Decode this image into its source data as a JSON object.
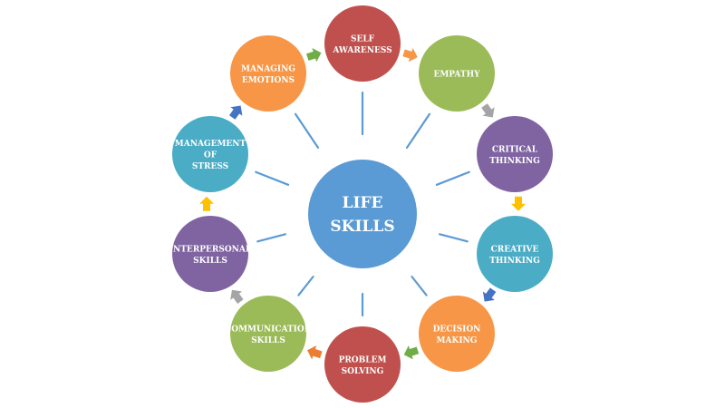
{
  "center": {
    "lines": [
      "LIFE",
      "SKILLS"
    ],
    "color": "#5b9bd5"
  },
  "skills": [
    {
      "lines": [
        "SELF",
        "AWARENESS"
      ],
      "color": "#c0504d"
    },
    {
      "lines": [
        "EMPATHY"
      ],
      "color": "#9bbb59"
    },
    {
      "lines": [
        "CRITICAL",
        "THINKING"
      ],
      "color": "#8064a2"
    },
    {
      "lines": [
        "CREATIVE",
        "THINKING"
      ],
      "color": "#4bacc6"
    },
    {
      "lines": [
        "DECISION",
        "MAKING"
      ],
      "color": "#f79646"
    },
    {
      "lines": [
        "PROBLEM",
        "SOLVING"
      ],
      "color": "#c0504d"
    },
    {
      "lines": [
        "COMMUNICATION",
        "SKILLS"
      ],
      "color": "#9bbb59"
    },
    {
      "lines": [
        "INTERPERSONAL",
        "SKILLS"
      ],
      "color": "#8064a2"
    },
    {
      "lines": [
        "MANAGEMENT",
        "OF",
        "STRESS"
      ],
      "color": "#4bacc6"
    },
    {
      "lines": [
        "MANAGING",
        "EMOTIONS"
      ],
      "color": "#f79646"
    }
  ],
  "arrows": [
    {
      "from": "self-awareness",
      "to": "empathy",
      "color": "#f79646"
    },
    {
      "from": "empathy",
      "to": "critical-thinking",
      "color": "#a5a5a5"
    },
    {
      "from": "critical-thinking",
      "to": "creative-thinking",
      "color": "#ffc000"
    },
    {
      "from": "creative-thinking",
      "to": "decision-making",
      "color": "#4472c4"
    },
    {
      "from": "decision-making",
      "to": "problem-solving",
      "color": "#70ad47"
    },
    {
      "from": "problem-solving",
      "to": "communication-skills",
      "color": "#ed7d31"
    },
    {
      "from": "communication-skills",
      "to": "interpersonal-skills",
      "color": "#a5a5a5"
    },
    {
      "from": "interpersonal-skills",
      "to": "management-of-stress",
      "color": "#ffc000"
    },
    {
      "from": "management-of-stress",
      "to": "managing-emotions",
      "color": "#4472c4"
    },
    {
      "from": "managing-emotions",
      "to": "self-awareness",
      "color": "#70ad47"
    }
  ]
}
